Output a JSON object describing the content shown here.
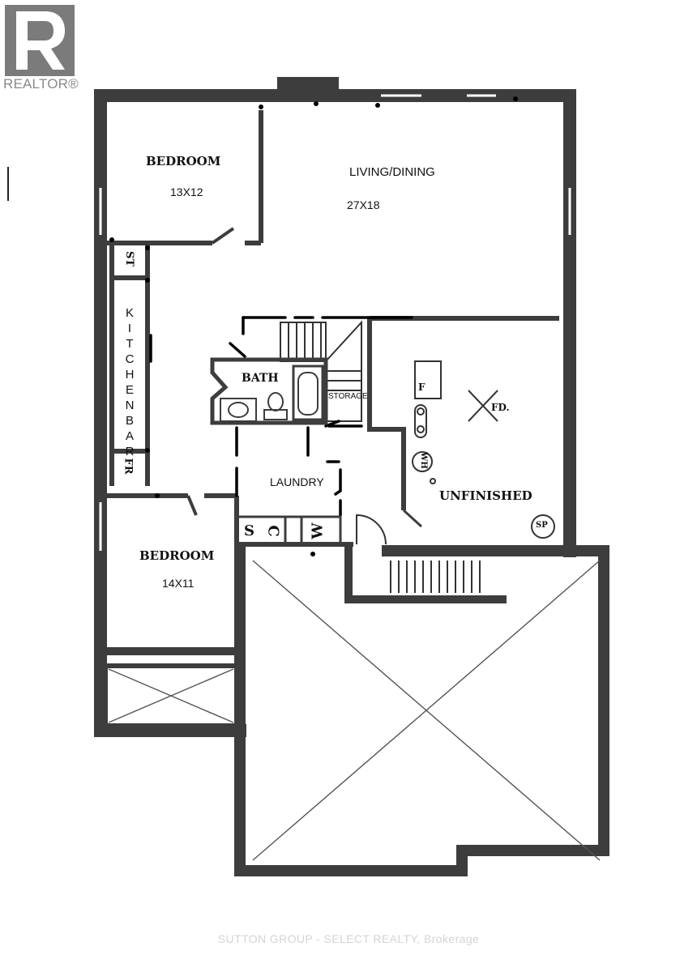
{
  "logo": {
    "wordmark": "REALTOR®",
    "icon": "realtor-r-icon"
  },
  "rooms": {
    "bedroom1": {
      "name": "BEDROOM",
      "dims": "13X12"
    },
    "living": {
      "name": "LIVING/DINING",
      "dims": "27X18"
    },
    "bedroom2": {
      "name": "BEDROOM",
      "dims": "14X11"
    },
    "bath": {
      "name": "BATH"
    },
    "storage": {
      "name": "STORAGE"
    },
    "laundry": {
      "name": "LAUNDRY"
    },
    "unfinished": {
      "name": "UNFINISHED"
    },
    "kitchen_bar": {
      "letters": [
        "K",
        "I",
        "T",
        "C",
        "H",
        "E",
        "N",
        "B",
        "A",
        "R"
      ]
    }
  },
  "symbols": {
    "storage_tag": "ST",
    "fridge_tag": "FR",
    "furnace": "F",
    "floor_drain": "FD.",
    "water_heater": "WH",
    "sump_pump": "SP",
    "laundry_marks": [
      "S",
      "C",
      "W"
    ]
  },
  "footer": {
    "brokerage": "SUTTON GROUP - SELECT REALTY, Brokerage"
  }
}
